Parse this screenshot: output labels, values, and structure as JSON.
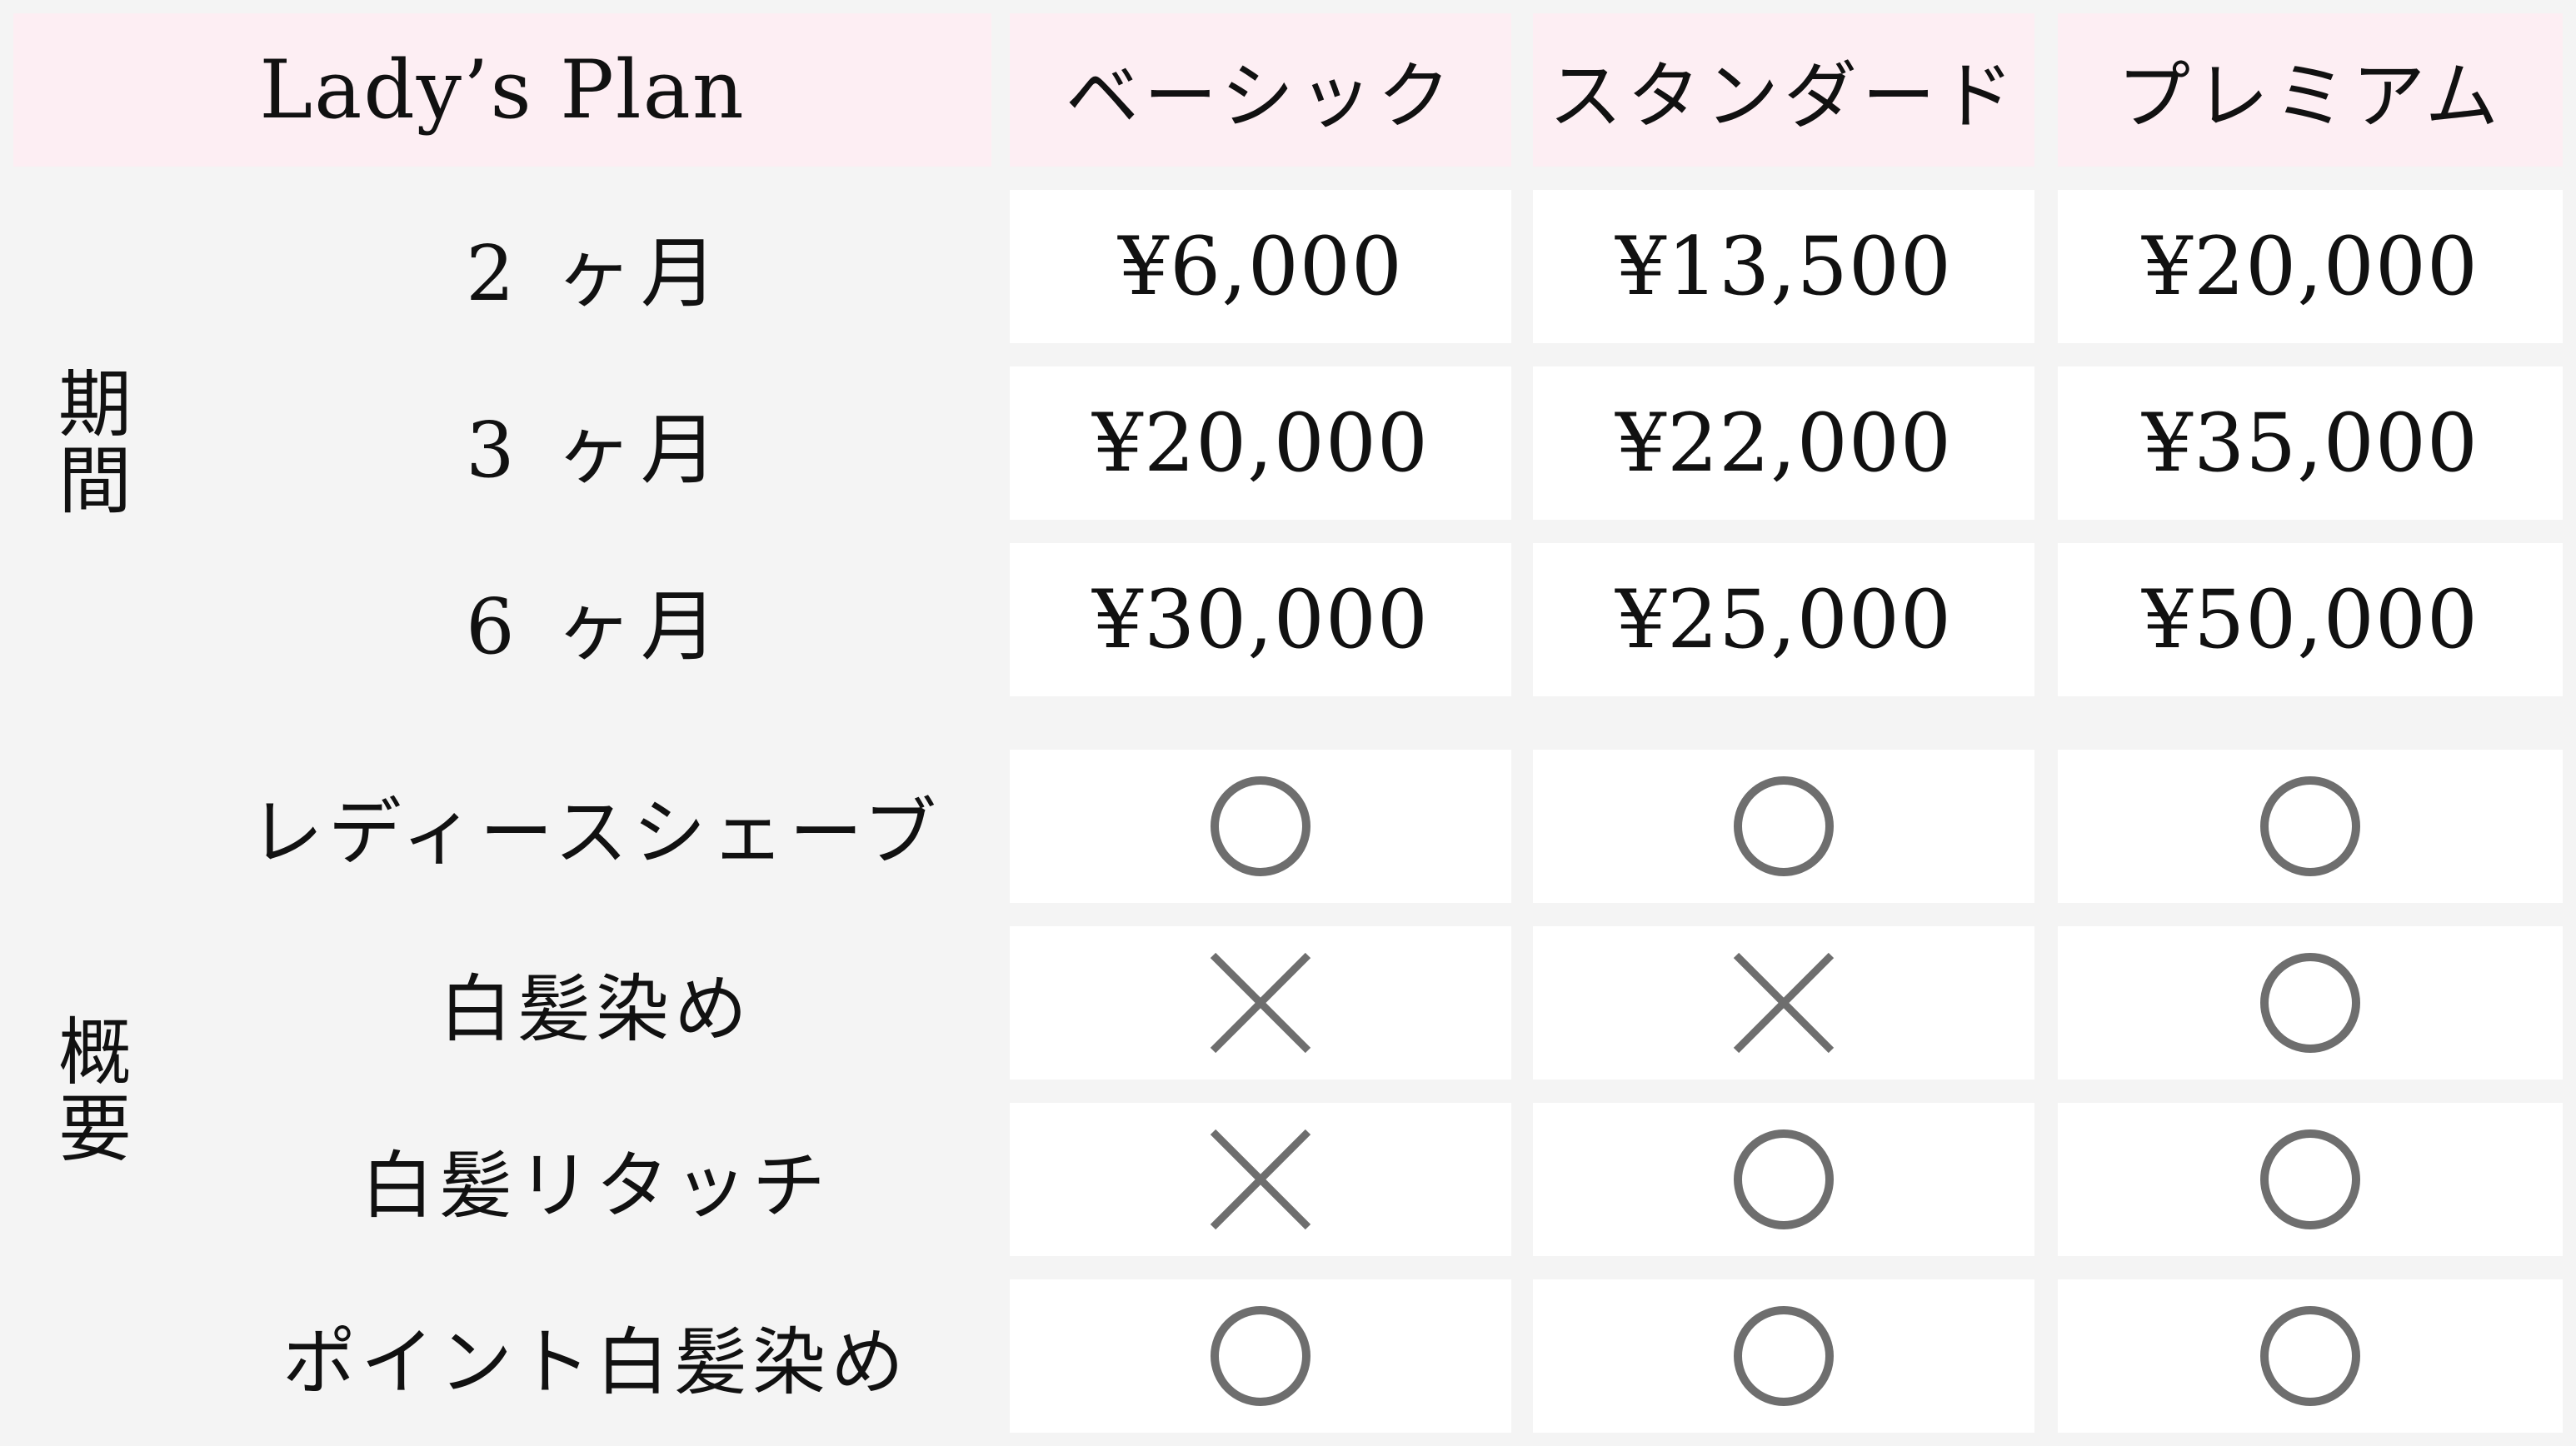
{
  "header": {
    "plan_title": "Lady’s Plan",
    "columns": [
      "ベーシック",
      "スタンダード",
      "プレミアム"
    ]
  },
  "period": {
    "side_label": [
      "期",
      "間"
    ],
    "rows": [
      {
        "label": "2 ヶ月",
        "prices": [
          "¥6,000",
          "¥13,500",
          "¥20,000"
        ]
      },
      {
        "label": "3 ヶ月",
        "prices": [
          "¥20,000",
          "¥22,000",
          "¥35,000"
        ]
      },
      {
        "label": "6 ヶ月",
        "prices": [
          "¥30,000",
          "¥25,000",
          "¥50,000"
        ]
      }
    ]
  },
  "overview": {
    "side_label": [
      "概",
      "要"
    ],
    "rows": [
      {
        "label": "レディースシェーブ",
        "marks": [
          "circle",
          "circle",
          "circle"
        ]
      },
      {
        "label": "白髪染め",
        "marks": [
          "cross",
          "cross",
          "circle"
        ]
      },
      {
        "label": "白髪リタッチ",
        "marks": [
          "cross",
          "circle",
          "circle"
        ]
      },
      {
        "label": "ポイント白髪染め",
        "marks": [
          "circle",
          "circle",
          "circle"
        ]
      }
    ]
  },
  "colors": {
    "header_bg": "#fdeef3",
    "label_bg": "#f4f4f4",
    "mark": "#6e6e6e"
  }
}
